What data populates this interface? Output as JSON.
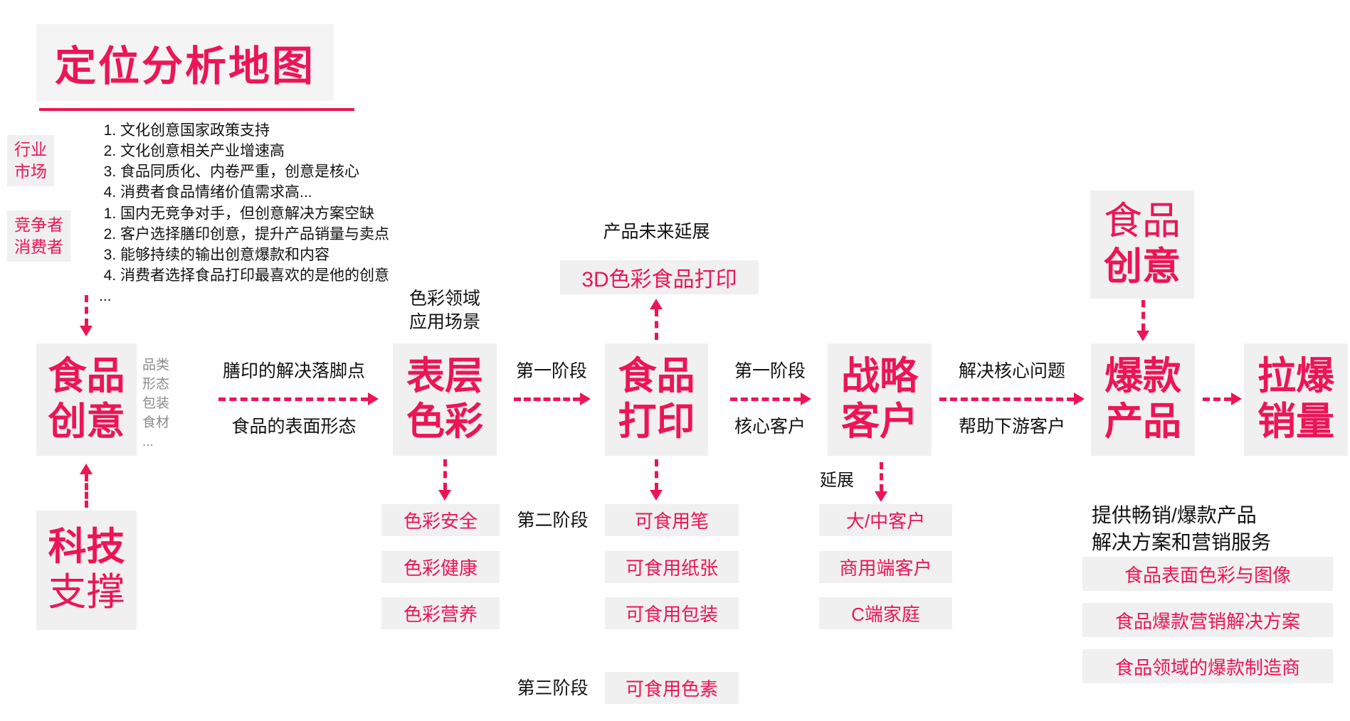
{
  "colors": {
    "accent": "#EC1555",
    "box_bg": "#F0F0F0",
    "text": "#111111",
    "muted": "#8C8C8C"
  },
  "title": "定位分析地图",
  "industry_market": {
    "label": [
      "行业",
      "市场"
    ],
    "items": [
      "文化创意国家政策支持",
      "文化创意相关产业增速高",
      "食品同质化、内卷严重，创意是核心",
      "消费者食品情绪价值需求高..."
    ]
  },
  "competitors_consumers": {
    "label": [
      "竞争者",
      "消费者"
    ],
    "items": [
      "国内无竞争对手，但创意解决方案空缺",
      "客户选择膳印创意，提升产品销量与卖点",
      "能够持续的输出创意爆款和内容",
      "消费者选择食品打印最喜欢的是他的创意"
    ],
    "more": "..."
  },
  "nodes": {
    "food_creative": [
      "食品",
      "创意"
    ],
    "surface_color": [
      "表层",
      "色彩"
    ],
    "food_printing": [
      "食品",
      "打印"
    ],
    "strategic_customer": [
      "战略",
      "客户"
    ],
    "hit_product": [
      "爆款",
      "产品"
    ],
    "boost_sales": [
      "拉爆",
      "销量"
    ],
    "food_creative_top": [
      "食品",
      "创意"
    ],
    "tech_support": [
      "科技",
      "支撑"
    ]
  },
  "food_creative_tags": [
    "品类",
    "形态",
    "包装",
    "食材",
    "..."
  ],
  "surface_color_context": [
    "色彩领域",
    "应用场景"
  ],
  "future": {
    "label": "产品未来延展",
    "box": "3D色彩食品打印"
  },
  "arrow_labels": {
    "a1_top": "膳印的解决落脚点",
    "a1_bottom": "食品的表面形态",
    "a2_top": "第一阶段",
    "a3_top": "第一阶段",
    "a3_bottom": "核心客户",
    "a4_top": "解决核心问题",
    "a4_bottom": "帮助下游客户",
    "extend": "延展"
  },
  "stages": {
    "second": "第二阶段",
    "third": "第三阶段"
  },
  "surface_color_items": [
    "色彩安全",
    "色彩健康",
    "色彩营养"
  ],
  "printing_items": [
    "可食用笔",
    "可食用纸张",
    "可食用包装"
  ],
  "printing_third_item": "可食用色素",
  "customer_items": [
    "大/中客户",
    "商用端客户",
    "C端家庭"
  ],
  "hit_product_desc": [
    "提供畅销/爆款产品",
    "解决方案和营销服务"
  ],
  "hit_product_items": [
    "食品表面色彩与图像",
    "食品爆款营销解决方案",
    "食品领域的爆款制造商"
  ]
}
